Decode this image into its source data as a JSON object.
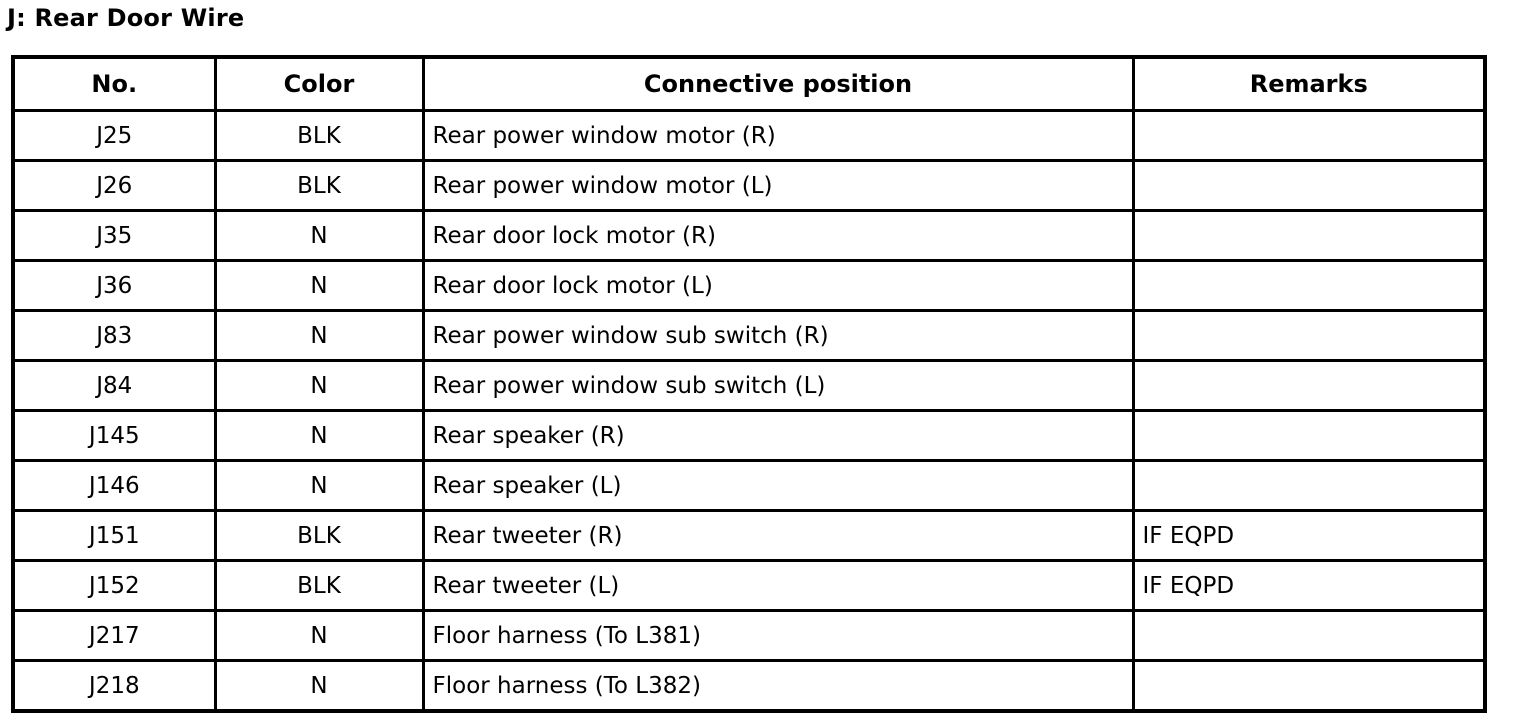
{
  "section": {
    "title": "J: Rear Door Wire"
  },
  "table": {
    "columns": [
      {
        "key": "no",
        "label": "No."
      },
      {
        "key": "color",
        "label": "Color"
      },
      {
        "key": "connective_position",
        "label": "Connective position"
      },
      {
        "key": "remarks",
        "label": "Remarks"
      }
    ],
    "rows": [
      {
        "no": "J25",
        "color": "BLK",
        "connective_position": "Rear power window motor (R)",
        "remarks": ""
      },
      {
        "no": "J26",
        "color": "BLK",
        "connective_position": "Rear power window motor (L)",
        "remarks": ""
      },
      {
        "no": "J35",
        "color": "N",
        "connective_position": "Rear door lock motor (R)",
        "remarks": ""
      },
      {
        "no": "J36",
        "color": "N",
        "connective_position": "Rear door lock motor (L)",
        "remarks": ""
      },
      {
        "no": "J83",
        "color": "N",
        "connective_position": "Rear power window sub switch (R)",
        "remarks": ""
      },
      {
        "no": "J84",
        "color": "N",
        "connective_position": "Rear power window sub switch (L)",
        "remarks": ""
      },
      {
        "no": "J145",
        "color": "N",
        "connective_position": "Rear speaker (R)",
        "remarks": ""
      },
      {
        "no": "J146",
        "color": "N",
        "connective_position": "Rear speaker (L)",
        "remarks": ""
      },
      {
        "no": "J151",
        "color": "BLK",
        "connective_position": "Rear tweeter (R)",
        "remarks": "IF EQPD"
      },
      {
        "no": "J152",
        "color": "BLK",
        "connective_position": "Rear tweeter (L)",
        "remarks": "IF EQPD"
      },
      {
        "no": "J217",
        "color": "N",
        "connective_position": "Floor harness (To L381)",
        "remarks": ""
      },
      {
        "no": "J218",
        "color": "N",
        "connective_position": "Floor harness (To L382)",
        "remarks": ""
      }
    ]
  },
  "colors": {
    "text": "#000000",
    "background": "#ffffff",
    "border": "#000000"
  }
}
